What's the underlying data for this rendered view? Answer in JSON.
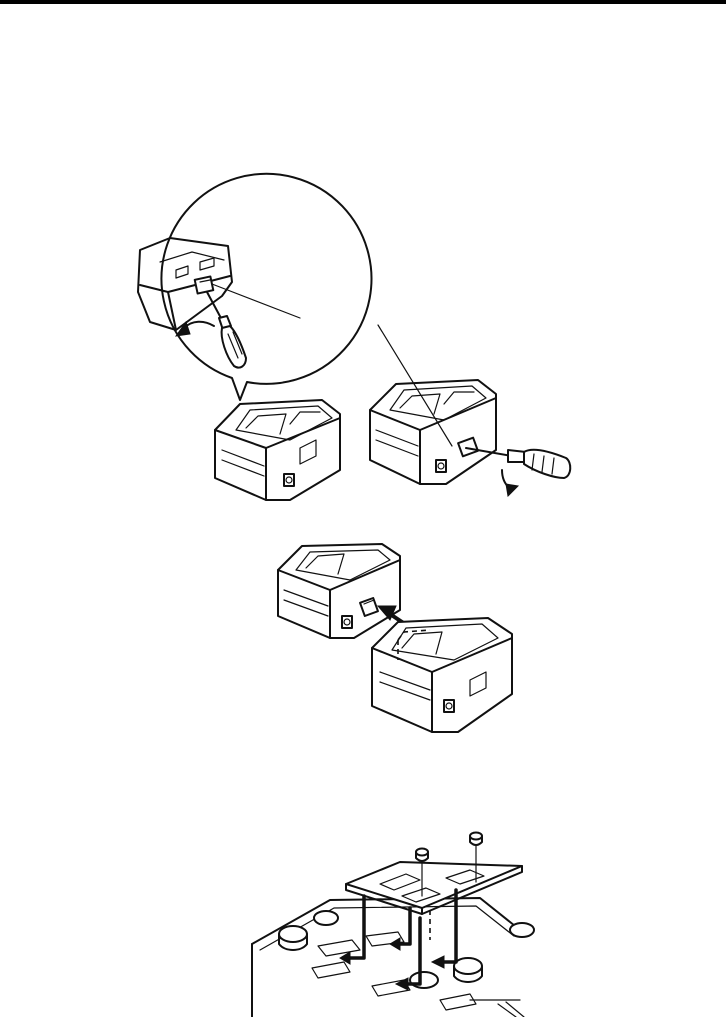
{
  "page": {
    "illustrations": [
      {
        "id": "fig-1",
        "subject": "charger-cover-removal",
        "icon": "screwdriver-icon"
      },
      {
        "id": "fig-2",
        "subject": "charger-connection",
        "icon": "arrow-icon"
      },
      {
        "id": "fig-3",
        "subject": "bracket-mounting",
        "icon": "screw-icon"
      }
    ],
    "colors": {
      "ink": "#111111",
      "paper": "#ffffff"
    }
  }
}
